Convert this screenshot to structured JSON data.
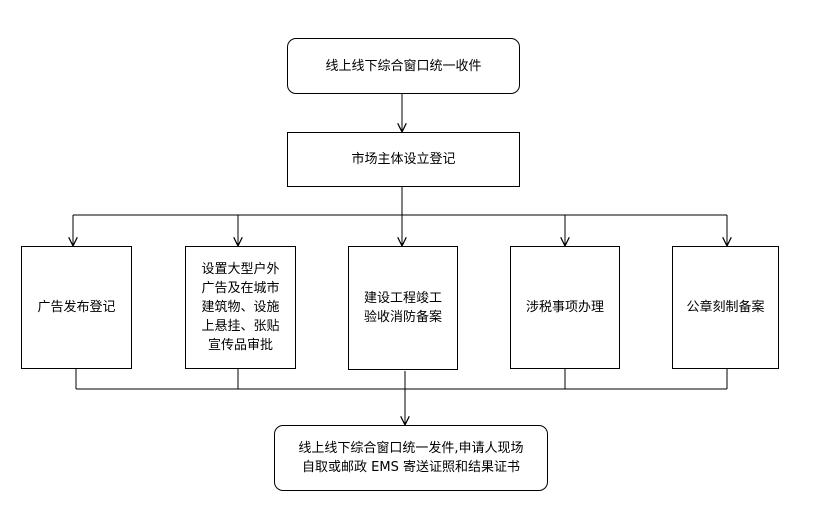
{
  "diagram": {
    "nodes": {
      "collect": "线上线下综合窗口统一收件",
      "register": "市场主体设立登记",
      "branches": [
        "广告发布登记",
        "设置大型户外\n广告及在城市\n建筑物、设施\n上悬挂、张贴\n宣传品审批",
        "建设工程竣工\n验收消防备案",
        "涉税事项办理",
        "公章刻制备案"
      ],
      "deliver": "线上线下综合窗口统一发件,申请人现场\n自取或邮政 EMS 寄送证照和结果证书"
    },
    "colors": {
      "line": "#000000",
      "box_border": "#000000",
      "background": "#ffffff"
    }
  }
}
